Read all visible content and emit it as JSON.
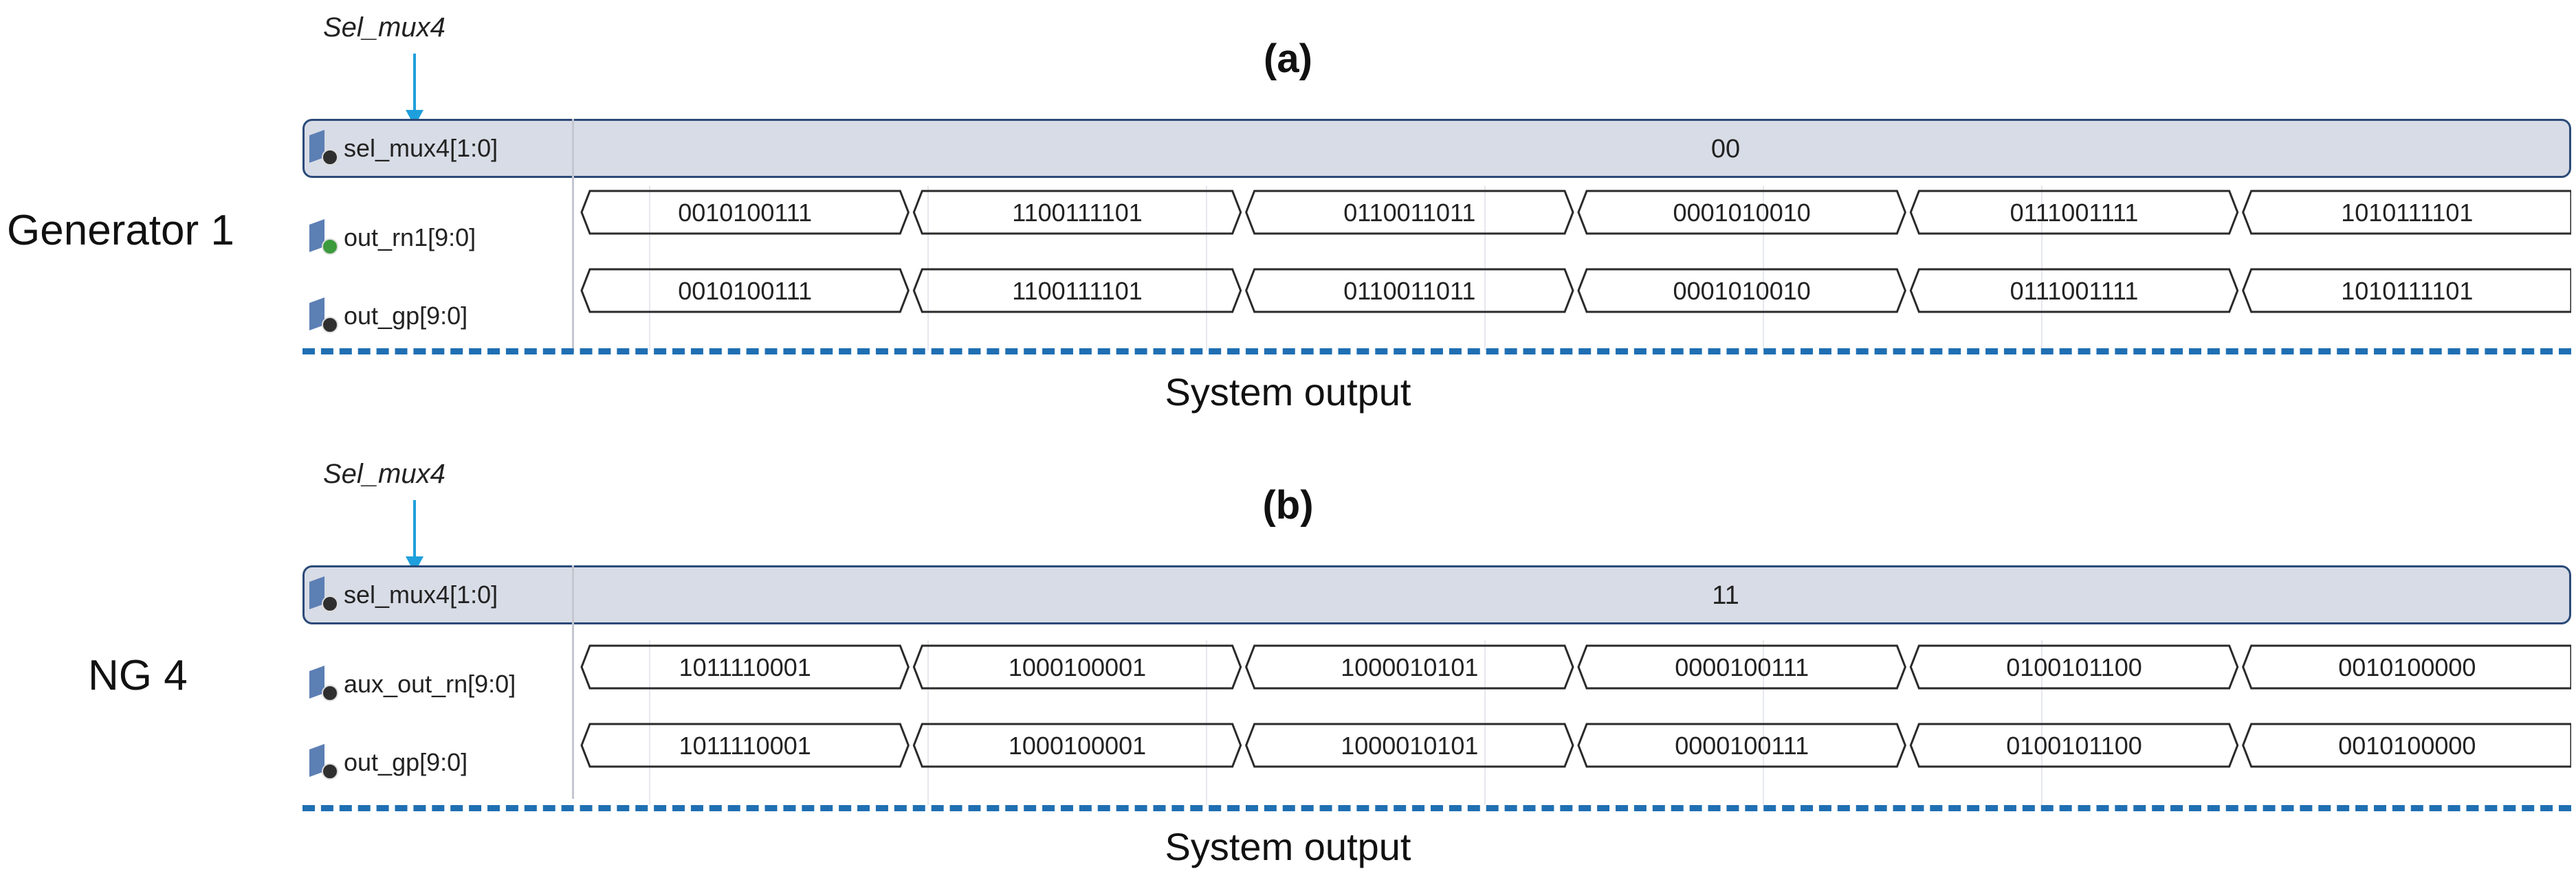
{
  "panels": [
    {
      "id": "a",
      "label": "(a)",
      "sel_annotation": "Sel_mux4",
      "group_label": "Generator 1",
      "system_output_label": "System output",
      "select_signal": {
        "name": "sel_mux4[1:0]",
        "value": "00",
        "icon": "signal-bus-icon"
      },
      "signals": [
        {
          "name": "out_rn1[9:0]",
          "icon": "signal-bus-icon-green",
          "values": [
            "0010100111",
            "1100111101",
            "0110011011",
            "0001010010",
            "0111001111",
            "1010111101"
          ]
        },
        {
          "name": "out_gp[9:0]",
          "icon": "signal-bus-icon",
          "values": [
            "0010100111",
            "1100111101",
            "0110011011",
            "0001010010",
            "0111001111",
            "1010111101"
          ]
        }
      ]
    },
    {
      "id": "b",
      "label": "(b)",
      "sel_annotation": "Sel_mux4",
      "group_label": "NG 4",
      "system_output_label": "System output",
      "select_signal": {
        "name": "sel_mux4[1:0]",
        "value": "11",
        "icon": "signal-bus-icon"
      },
      "signals": [
        {
          "name": "aux_out_rn[9:0]",
          "icon": "signal-bus-icon",
          "values": [
            "1011110001",
            "1000100001",
            "1000010101",
            "0000100111",
            "0100101100",
            "0010100000"
          ]
        },
        {
          "name": "out_gp[9:0]",
          "icon": "signal-bus-icon",
          "values": [
            "1011110001",
            "1000100001",
            "1000010101",
            "0000100111",
            "0100101100",
            "0010100000"
          ]
        }
      ]
    }
  ],
  "colors": {
    "arrow": "#1fa0dc",
    "dash_line": "#1f6fb3",
    "select_fill": "#d8dce6",
    "wave_stroke": "#2a2a2a",
    "icon_bar": "#5c7fb4"
  }
}
